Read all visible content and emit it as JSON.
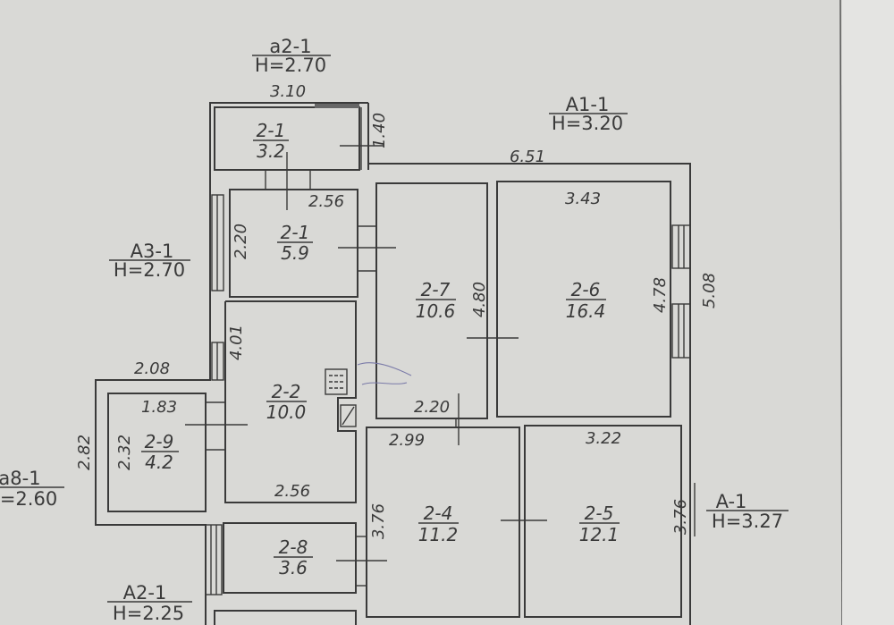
{
  "plan": {
    "rooms": [
      {
        "id": "2-1",
        "area": "3.2"
      },
      {
        "id": "2-1",
        "area": "5.9"
      },
      {
        "id": "2-7",
        "area": "10.6"
      },
      {
        "id": "2-6",
        "area": "16.4"
      },
      {
        "id": "2-2",
        "area": "10.0"
      },
      {
        "id": "2-9",
        "area": "4.2"
      },
      {
        "id": "2-4",
        "area": "11.2"
      },
      {
        "id": "2-5",
        "area": "12.1"
      },
      {
        "id": "2-8",
        "area": "3.6"
      }
    ],
    "labels": [
      {
        "name": "a2-1",
        "height": "H=2.70"
      },
      {
        "name": "A1-1",
        "height": "H=3.20"
      },
      {
        "name": "A3-1",
        "height": "H=2.70"
      },
      {
        "name": "a8-1",
        "height": "=2.60"
      },
      {
        "name": "A-1",
        "height": "H=3.27"
      },
      {
        "name": "A2-1",
        "height": "H=2.25"
      }
    ],
    "dimensions": [
      "3.10",
      "1.40",
      "6.51",
      "2.56",
      "2.20",
      "3.43",
      "4.80",
      "4.78",
      "5.08",
      "4.01",
      "2.08",
      "1.83",
      "2.20",
      "2.99",
      "3.22",
      "2.82",
      "2.32",
      "2.56",
      "3.76",
      "3.76"
    ]
  }
}
